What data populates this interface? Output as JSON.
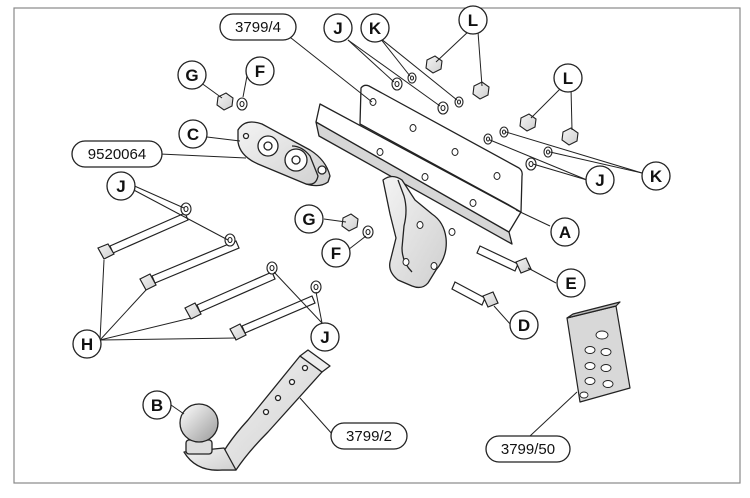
{
  "callouts": {
    "code_3799_4": "3799/4",
    "code_9520064": "9520064",
    "code_3799_2": "3799/2",
    "code_3799_50": "3799/50",
    "A": "A",
    "B": "B",
    "C": "C",
    "D": "D",
    "E": "E",
    "F_top": "F",
    "F_mid": "F",
    "G_top": "G",
    "G_mid": "G",
    "H": "H",
    "J_top": "J",
    "J_left": "J",
    "J_right": "J",
    "J_bottom": "J",
    "K_top": "K",
    "K_right": "K",
    "L_top": "L",
    "L_right": "L"
  },
  "colors": {
    "line": "#222222",
    "part_fill": "#ffffff",
    "part_shade": "#d9d9d9",
    "frame": "#888888"
  }
}
